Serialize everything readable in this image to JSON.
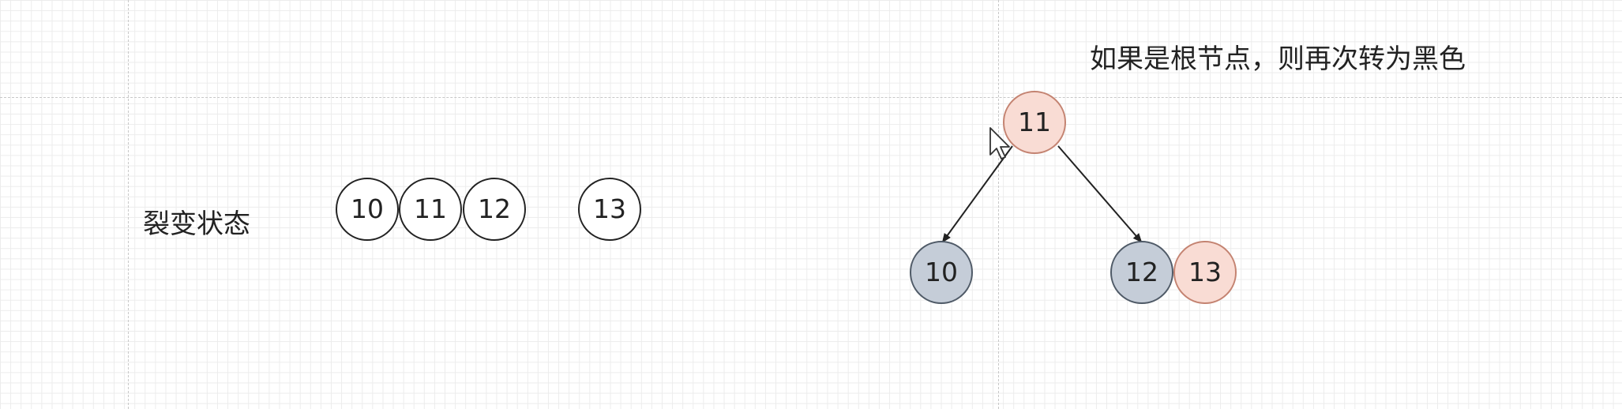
{
  "canvas": {
    "background": "#ffffff",
    "grid_color": "#ececec",
    "guide_color": "#c8c8c8"
  },
  "labels": {
    "split_state": "裂变状态",
    "root_note": "如果是根节点，则再次转为黑色"
  },
  "split_nodes": [
    {
      "value": "10",
      "fill": "#ffffff"
    },
    {
      "value": "11",
      "fill": "#ffffff"
    },
    {
      "value": "12",
      "fill": "#ffffff"
    },
    {
      "value": "13",
      "fill": "#ffffff"
    }
  ],
  "tree": {
    "root": {
      "value": "11",
      "color": "red",
      "fill": "#f9dcd4",
      "stroke": "#c48371"
    },
    "left": {
      "value": "10",
      "color": "black",
      "fill": "#c5cdd8",
      "stroke": "#4f5a67"
    },
    "right": {
      "value": "12",
      "color": "black",
      "fill": "#c5cdd8",
      "stroke": "#4f5a67"
    },
    "right_sibling": {
      "value": "13",
      "color": "red",
      "fill": "#f9dcd4",
      "stroke": "#c48371"
    }
  },
  "cursor": {
    "icon": "mouse-pointer-icon"
  }
}
